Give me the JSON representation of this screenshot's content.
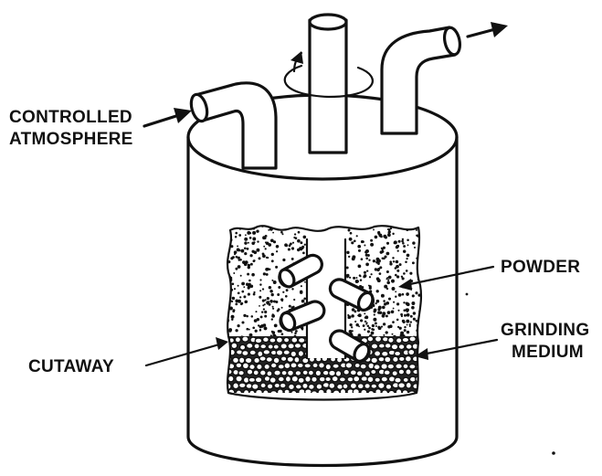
{
  "labels": {
    "controlled_line1": "CONTROLLED",
    "controlled_line2": "ATMOSPHERE",
    "powder": "POWDER",
    "grinding_line1": "GRINDING",
    "grinding_line2": "MEDIUM",
    "cutaway": "CUTAWAY"
  },
  "colors": {
    "ink": "#111111",
    "paper": "#ffffff"
  }
}
